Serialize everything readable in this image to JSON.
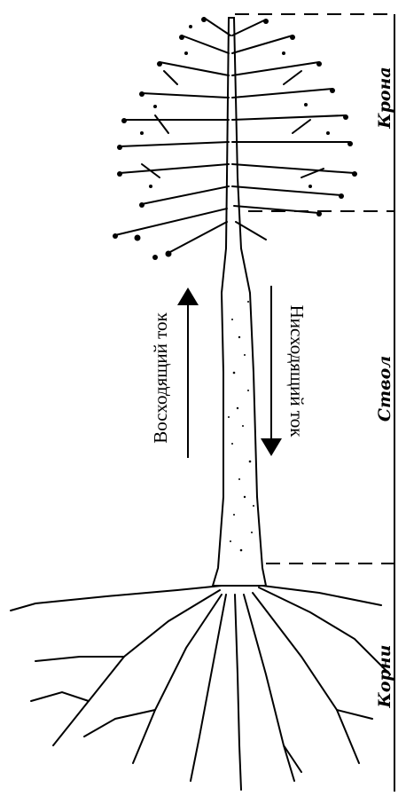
{
  "labels": {
    "crown": "Крона",
    "trunk": "Ствол",
    "roots": "Корни"
  },
  "flows": {
    "ascending": "Восходящий ток",
    "descending": "Нисходящий ток"
  },
  "colors": {
    "ink": "#000000",
    "background": "#ffffff"
  }
}
